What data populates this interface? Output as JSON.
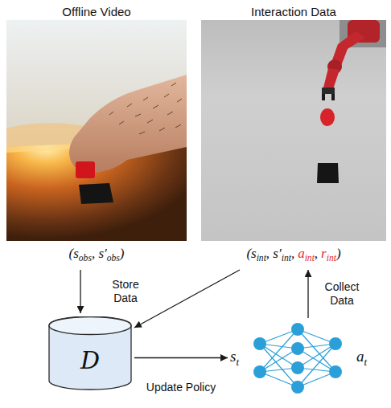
{
  "diagram": {
    "nodes": [
      {
        "text": [
          "Offline Video"
        ]
      },
      {
        "text": [
          "Interaction Data"
        ]
      },
      {
        "text": [
          "D"
        ]
      },
      {
        "text": [
          "s",
          "t",
          "a",
          "t"
        ]
      }
    ],
    "edges": [
      {
        "from": 0,
        "to": 2,
        "label": "Store Data",
        "arrow": "to"
      },
      {
        "from": 1,
        "to": 2,
        "arrow": "to"
      },
      {
        "from": 2,
        "to": 3,
        "label": "Update Policy",
        "arrow": "to"
      },
      {
        "from": 3,
        "to": 1,
        "label": "Collect Data",
        "arrow": "to"
      }
    ],
    "labels": [
      "(s",
      "obs",
      ", s′",
      "obs",
      ")",
      "(s",
      "int",
      ", s′",
      "int",
      ",",
      "a",
      "int",
      ",",
      "r",
      "int",
      ")"
    ]
  }
}
